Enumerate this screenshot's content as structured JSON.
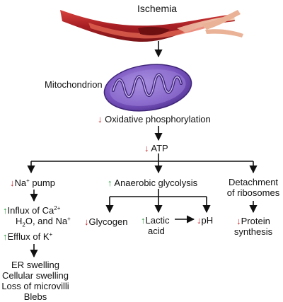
{
  "title": "Ischemia",
  "organelle_label": "Mitochondrion",
  "arrow_glyphs": {
    "down": "↓",
    "up": "↑"
  },
  "colors": {
    "down_arrow": "#c0262d",
    "up_arrow": "#2e9a3e",
    "vessel": "#b8262a",
    "mitochondrion": "#7a55c0"
  },
  "icons": [
    "blood-vessel-icon",
    "mitochondrion-icon"
  ],
  "steps": {
    "oxidative": "Oxidative phosphorylation",
    "atp": "ATP"
  },
  "left_branch": {
    "na_pump": "Na",
    "na_pump_sup": "+",
    "na_pump_rest": " pump",
    "influx_line1": "Influx of Ca",
    "influx_line1_sup": "2+",
    "influx_line2_a": "H",
    "influx_line2_sub": "2",
    "influx_line2_b": "O, and Na",
    "influx_line2_sup": "+",
    "efflux": "Efflux of K",
    "efflux_sup": "+",
    "outcomes": [
      "ER swelling",
      "Cellular swelling",
      "Loss of microvilli",
      "Blebs"
    ]
  },
  "middle_branch": {
    "anaerobic": "Anaerobic glycolysis",
    "glycogen": "Glycogen",
    "lactic_line1": "Lactic",
    "lactic_line2": "acid",
    "ph": "pH"
  },
  "right_branch": {
    "detach_line1": "Detachment",
    "detach_line2": "of ribosomes",
    "protein_line1": "Protein",
    "protein_line2": "synthesis"
  }
}
